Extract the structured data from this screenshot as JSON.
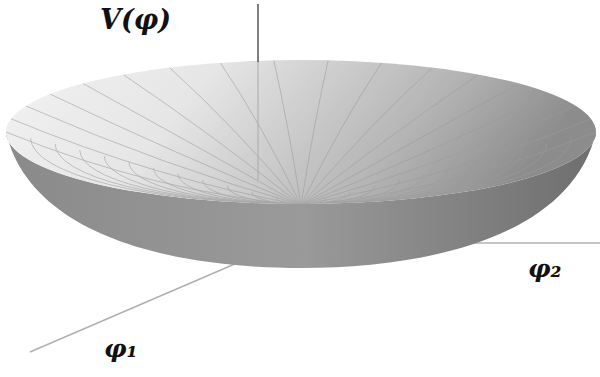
{
  "diagram": {
    "labels": [
      "V(φ)",
      "φ₁",
      "φ₂"
    ]
  }
}
